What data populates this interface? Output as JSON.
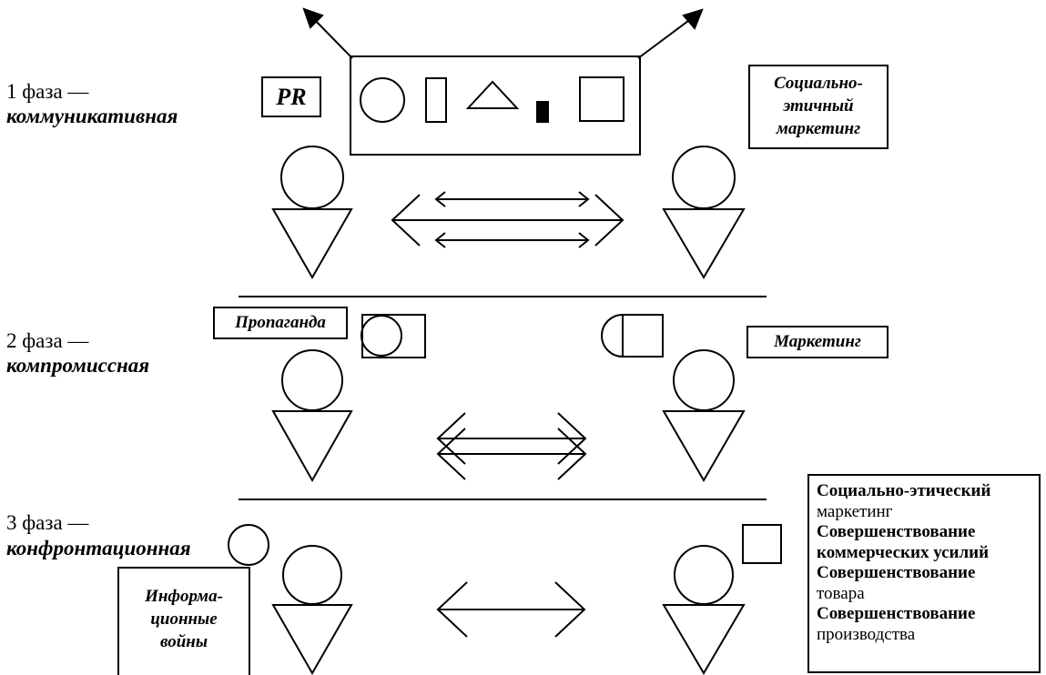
{
  "phases": [
    {
      "number": "1 фаза —",
      "name": "коммуникативная"
    },
    {
      "number": "2 фаза —",
      "name": "компромиссная"
    },
    {
      "number": "3 фаза —",
      "name": "конфронтационная"
    }
  ],
  "boxes": {
    "pr": "PR",
    "socio_ethical_marketing": [
      "Социально-",
      "этичный",
      "маркетинг"
    ],
    "propaganda": "Пропаганда",
    "marketing": "Маркетинг",
    "information_wars": [
      "Информа-",
      "ционные",
      "войны"
    ],
    "list_items": [
      "Социально-этический",
      "маркетинг",
      "Совершенствование",
      "коммерческих усилий",
      "Совершенствование",
      "товара",
      "Совершенствование",
      "производства"
    ]
  },
  "colors": {
    "ink": "#000000",
    "paper": "#ffffff"
  }
}
